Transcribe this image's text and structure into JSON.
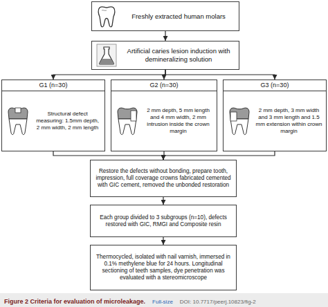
{
  "diagram": {
    "caption": "Figure 2 Criteria for evaluation of microleakage.",
    "nodes": [
      {
        "text": [
          "Freshly extracted human molars"
        ]
      },
      {
        "text": [
          "Artificial caries lesion induction with demineralizing solution"
        ]
      },
      {
        "text": [
          "G1 (n=30)",
          "Structural defect measuring: 1.5mm depth, 2 mm width, 2 mm length"
        ]
      },
      {
        "text": [
          "G2 (n=30)",
          "2 mm depth, 5 mm length and 4 mm width, 2 mm intrusion inside the crown margin"
        ]
      },
      {
        "text": [
          "G3 (n=30)",
          "2 mm depth, 3 mm width and 3 mm length and 1.5 mm extension within crown margin"
        ]
      },
      {
        "text": [
          "Restore the defects without bonding, prepare tooth, impression, full coverage crowns fabricated cemented with GIC cement, removed the unbonded restoration"
        ]
      },
      {
        "text": [
          "Each group divided to 3 subgroups (n=10), defects restored with GIC, RMGI and Composite resin"
        ]
      },
      {
        "text": [
          "Thermocycled, isolated with nail varnish, immersed in 0.1% methylene blue for 24 hours. Longitudinal sectioning of teeth samples, dye penetration was evaluated with a stereomicroscope"
        ]
      }
    ],
    "edges": [
      {
        "from": 0,
        "to": 1,
        "arrow": "to"
      },
      {
        "from": 1,
        "to": 2,
        "arrow": "to"
      },
      {
        "from": 1,
        "to": 3,
        "arrow": "to"
      },
      {
        "from": 1,
        "to": 4,
        "arrow": "to"
      },
      {
        "from": 2,
        "to": 5,
        "arrow": "to"
      },
      {
        "from": 3,
        "to": 5,
        "arrow": "to"
      },
      {
        "from": 4,
        "to": 5,
        "arrow": "to"
      },
      {
        "from": 5,
        "to": 6,
        "arrow": "to"
      },
      {
        "from": 6,
        "to": 7,
        "arrow": "to"
      }
    ],
    "labels": [
      "Full-size",
      "DOI: 10.7717/peerj.10823/fig-2"
    ]
  }
}
